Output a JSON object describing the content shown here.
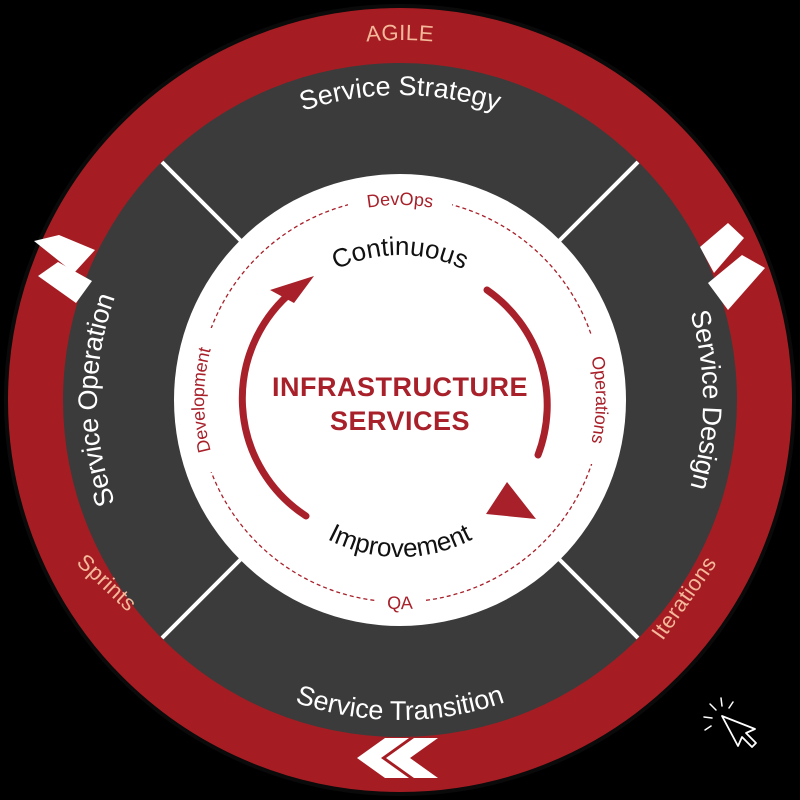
{
  "outer_ring": {
    "top_label": "AGILE",
    "left_label": "Sprints",
    "right_label": "Iterations"
  },
  "service_ring": {
    "top": "Service Strategy",
    "right": "Service Design",
    "bottom": "Service Transition",
    "left": "Service Operation"
  },
  "devops_ring": {
    "top": "DevOps",
    "right": "Operations",
    "bottom": "QA",
    "left": "Development"
  },
  "cycle": {
    "top": "Continuous",
    "bottom": "Improvement"
  },
  "center": {
    "line1": "INFRASTRUCTURE",
    "line2": "SERVICES"
  },
  "colors": {
    "outer_ring": "#a51d23",
    "service_ring": "#3b3b3b",
    "core": "#ffffff",
    "accent": "#a8202a",
    "outer_text": "#f4b89a"
  },
  "icons": [
    "chevron-right-icon",
    "chevron-down-icon",
    "chevron-left-icon",
    "cursor-icon"
  ]
}
